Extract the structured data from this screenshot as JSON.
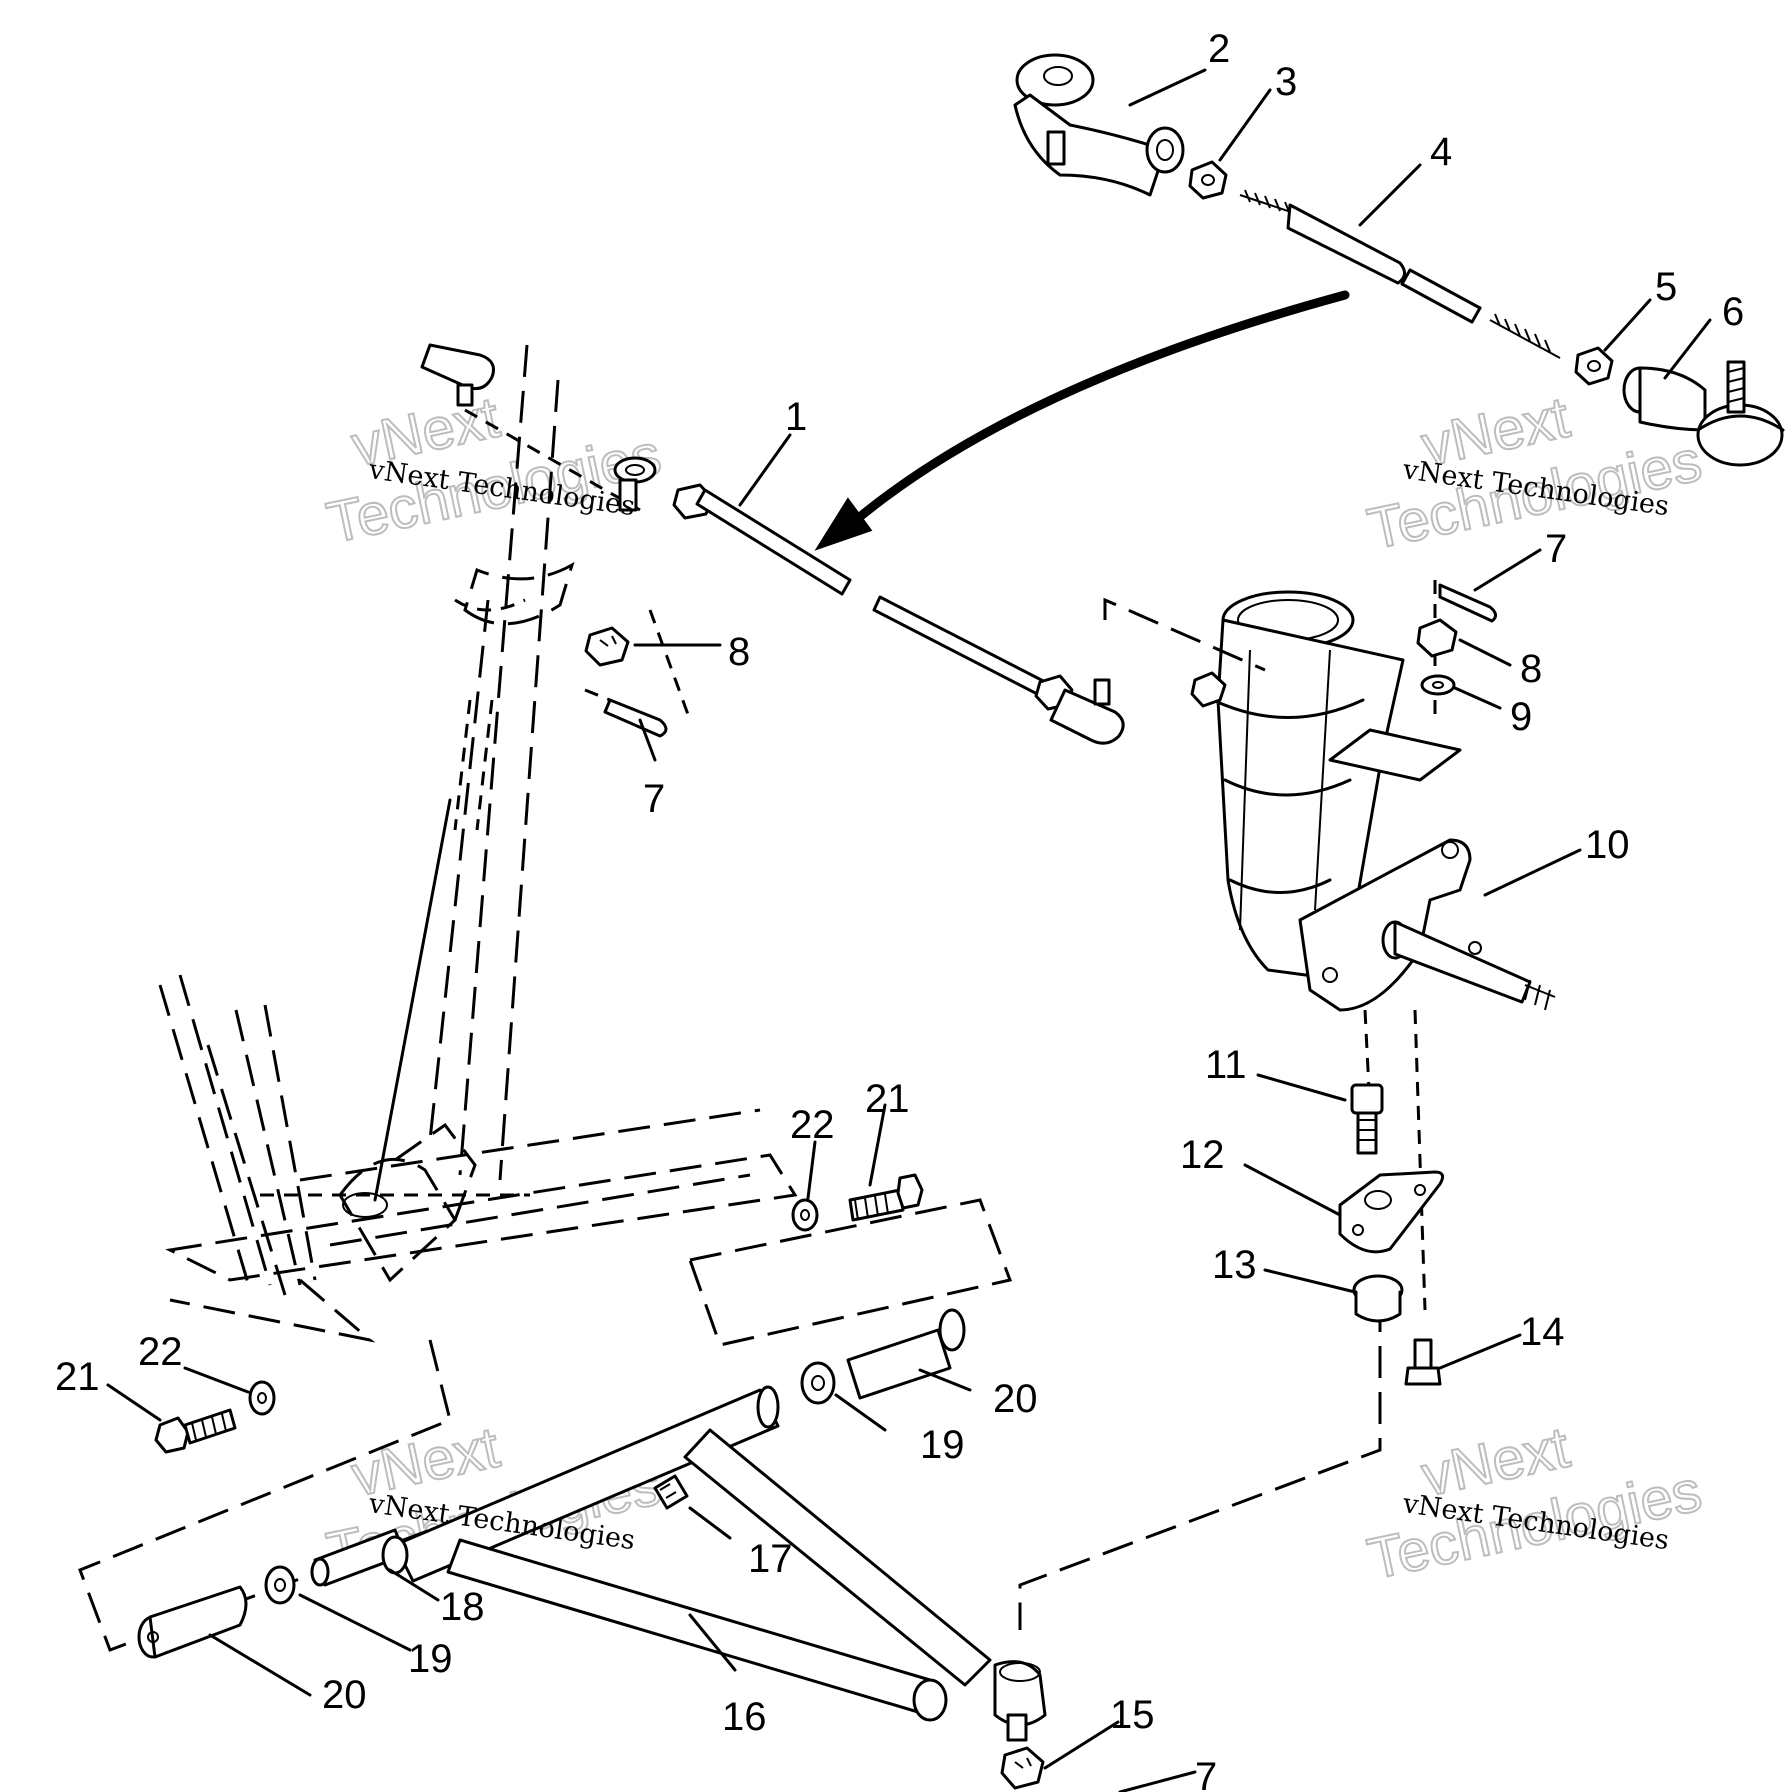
{
  "callouts": [
    {
      "id": "c1",
      "text": "1"
    },
    {
      "id": "c2",
      "text": "2"
    },
    {
      "id": "c3",
      "text": "3"
    },
    {
      "id": "c4",
      "text": "4"
    },
    {
      "id": "c5",
      "text": "5"
    },
    {
      "id": "c6",
      "text": "6"
    },
    {
      "id": "c7a",
      "text": "7"
    },
    {
      "id": "c7b",
      "text": "7"
    },
    {
      "id": "c7c",
      "text": "7"
    },
    {
      "id": "c8a",
      "text": "8"
    },
    {
      "id": "c8b",
      "text": "8"
    },
    {
      "id": "c9",
      "text": "9"
    },
    {
      "id": "c10",
      "text": "10"
    },
    {
      "id": "c11",
      "text": "11"
    },
    {
      "id": "c12",
      "text": "12"
    },
    {
      "id": "c13",
      "text": "13"
    },
    {
      "id": "c14",
      "text": "14"
    },
    {
      "id": "c15",
      "text": "15"
    },
    {
      "id": "c16",
      "text": "16"
    },
    {
      "id": "c17",
      "text": "17"
    },
    {
      "id": "c18",
      "text": "18"
    },
    {
      "id": "c19a",
      "text": "19"
    },
    {
      "id": "c19b",
      "text": "19"
    },
    {
      "id": "c20a",
      "text": "20"
    },
    {
      "id": "c20b",
      "text": "20"
    },
    {
      "id": "c21a",
      "text": "21"
    },
    {
      "id": "c21b",
      "text": "21"
    },
    {
      "id": "c22a",
      "text": "22"
    },
    {
      "id": "c22b",
      "text": "22"
    }
  ],
  "watermark": {
    "small_text": "vNext Technologies",
    "line1": "vNext",
    "line2": "Technologies"
  }
}
